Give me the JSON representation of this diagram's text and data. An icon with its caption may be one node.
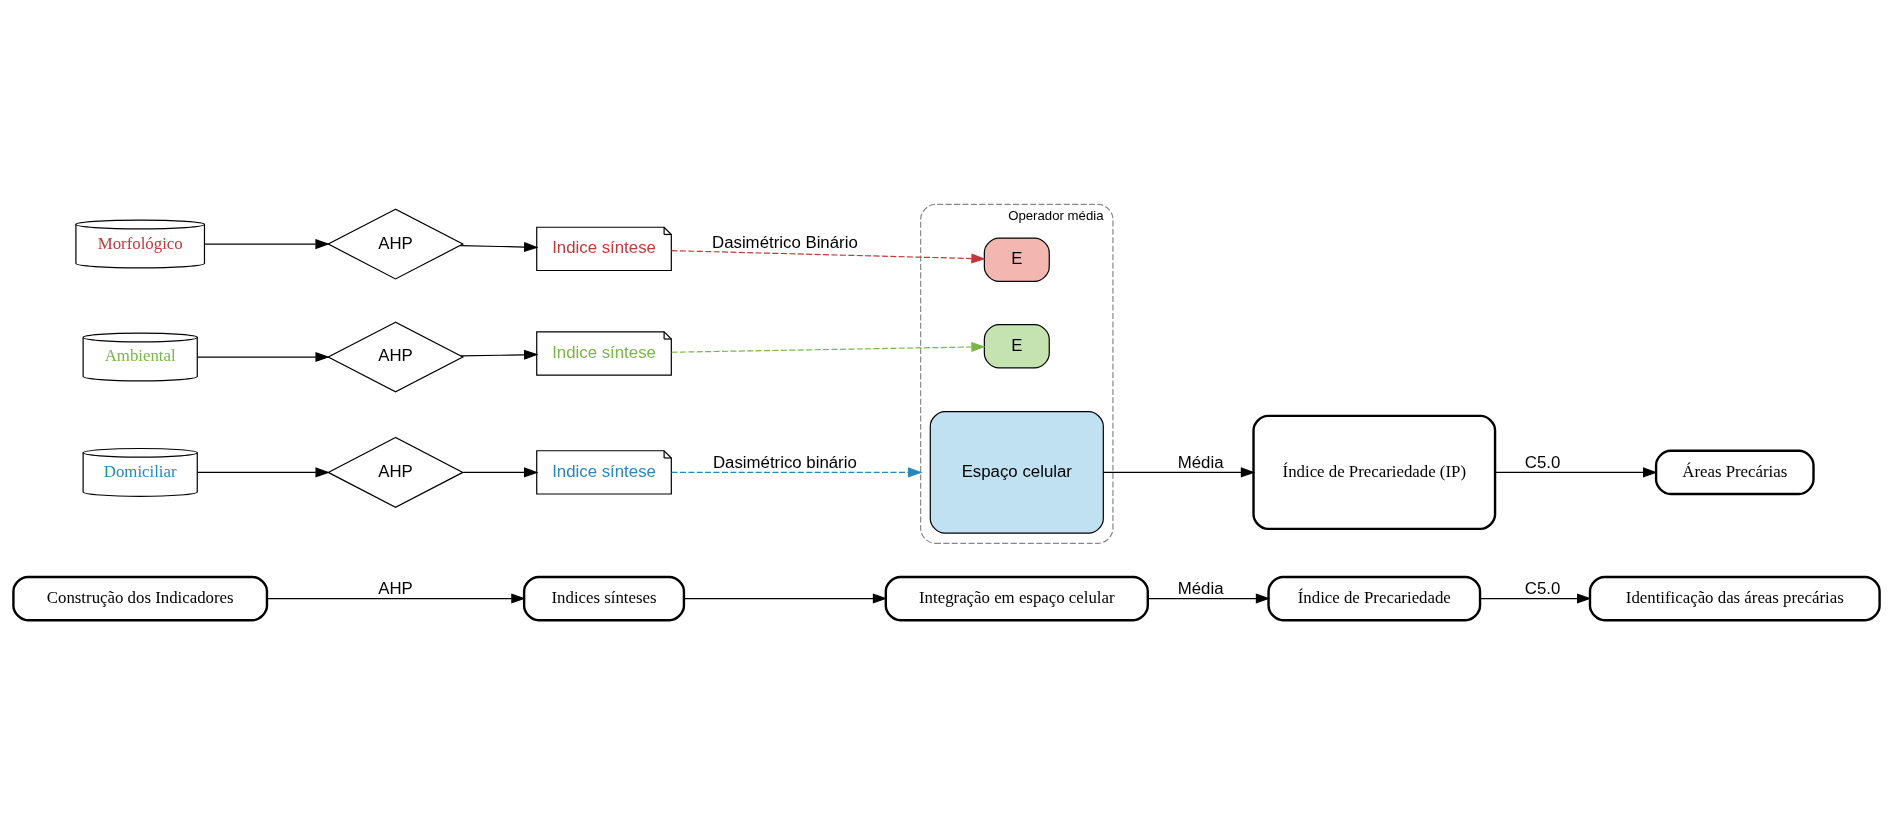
{
  "diagram": {
    "nodes": [
      {
        "text": [
          "Construção dos Indicadores"
        ]
      },
      {
        "text": [
          "Indices sínteses"
        ]
      },
      {
        "text": [
          "Integração em espaço celular"
        ]
      },
      {
        "text": [
          "Índice de Precariedade"
        ]
      },
      {
        "text": [
          "Identificação das áreas precárias"
        ]
      },
      {
        "text": [
          "Morfológico"
        ]
      },
      {
        "text": [
          "AHP"
        ]
      },
      {
        "text": [
          "Indice síntese"
        ]
      },
      {
        "text": [
          "Ambiental"
        ]
      },
      {
        "text": [
          "AHP"
        ]
      },
      {
        "text": [
          "Indice síntese"
        ]
      },
      {
        "text": [
          "Domiciliar"
        ]
      },
      {
        "text": [
          "AHP"
        ]
      },
      {
        "text": [
          "Indice síntese"
        ]
      },
      {
        "text": [
          "Operador média"
        ]
      },
      {
        "text": [
          "E"
        ],
        "in": 14
      },
      {
        "text": [
          "E"
        ],
        "in": 14
      },
      {
        "text": [
          "Espaço celular"
        ],
        "in": 14
      },
      {
        "text": [
          "Índice de Precariedade (IP)"
        ]
      },
      {
        "text": [
          "Áreas Precárias"
        ]
      }
    ],
    "edges": [
      {
        "from": 0,
        "to": 1,
        "arrow": "to",
        "label": "AHP"
      },
      {
        "from": 1,
        "to": 2,
        "arrow": "to"
      },
      {
        "from": 2,
        "to": 3,
        "arrow": "to",
        "label": "Média"
      },
      {
        "from": 3,
        "to": 4,
        "arrow": "to",
        "label": "C5.0"
      },
      {
        "from": 5,
        "to": 6,
        "arrow": "to"
      },
      {
        "from": 6,
        "to": 7,
        "arrow": "to"
      },
      {
        "from": 8,
        "to": 9,
        "arrow": "to"
      },
      {
        "from": 9,
        "to": 10,
        "arrow": "to"
      },
      {
        "from": 11,
        "to": 12,
        "arrow": "to"
      },
      {
        "from": 12,
        "to": 13,
        "arrow": "to"
      },
      {
        "from": 7,
        "to": 15,
        "arrow": "to",
        "label": "Dasimétrico Binário",
        "style": "dashed",
        "color": "#c0393b"
      },
      {
        "from": 10,
        "to": 16,
        "arrow": "to",
        "style": "dashed",
        "color": "#7ab648"
      },
      {
        "from": 13,
        "to": 14,
        "arrow": "to",
        "label": "Dasimétrico binário",
        "style": "dashed",
        "color": "#2a86b8"
      },
      {
        "from": 17,
        "to": 18,
        "arrow": "to",
        "label": "Média"
      },
      {
        "from": 18,
        "to": 19,
        "arrow": "to",
        "label": "C5.0"
      }
    ]
  }
}
